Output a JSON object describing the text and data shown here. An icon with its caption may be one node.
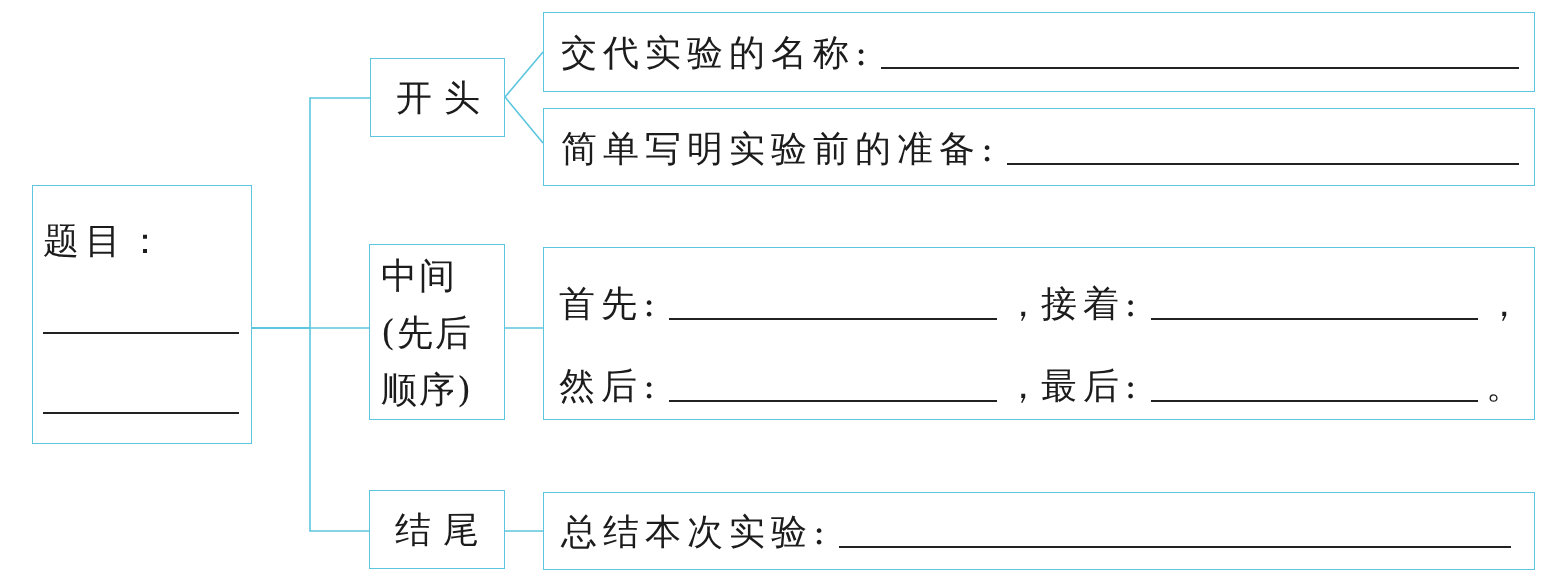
{
  "diagram": {
    "nodes": [
      {
        "text": [
          "题目："
        ]
      },
      {
        "text": [
          "开头"
        ]
      },
      {
        "text": [
          "交代实验的名称:"
        ]
      },
      {
        "text": [
          "简单写明实验前的准备:"
        ]
      },
      {
        "text": [
          "中间(先后顺序)"
        ]
      },
      {
        "text": [
          "首先:",
          "，",
          "接着:",
          "，",
          "然后:",
          "，",
          "最后:",
          "。"
        ]
      },
      {
        "text": [
          "结尾"
        ]
      },
      {
        "text": [
          "总结本次实验:"
        ]
      }
    ],
    "edges": [
      {
        "from": 0,
        "to": 1,
        "arrow": "none"
      },
      {
        "from": 0,
        "to": 4,
        "arrow": "none"
      },
      {
        "from": 0,
        "to": 6,
        "arrow": "none"
      },
      {
        "from": 1,
        "to": 2,
        "arrow": "none"
      },
      {
        "from": 1,
        "to": 3,
        "arrow": "none"
      },
      {
        "from": 4,
        "to": 5,
        "arrow": "none"
      },
      {
        "from": 6,
        "to": 7,
        "arrow": "none"
      }
    ]
  }
}
